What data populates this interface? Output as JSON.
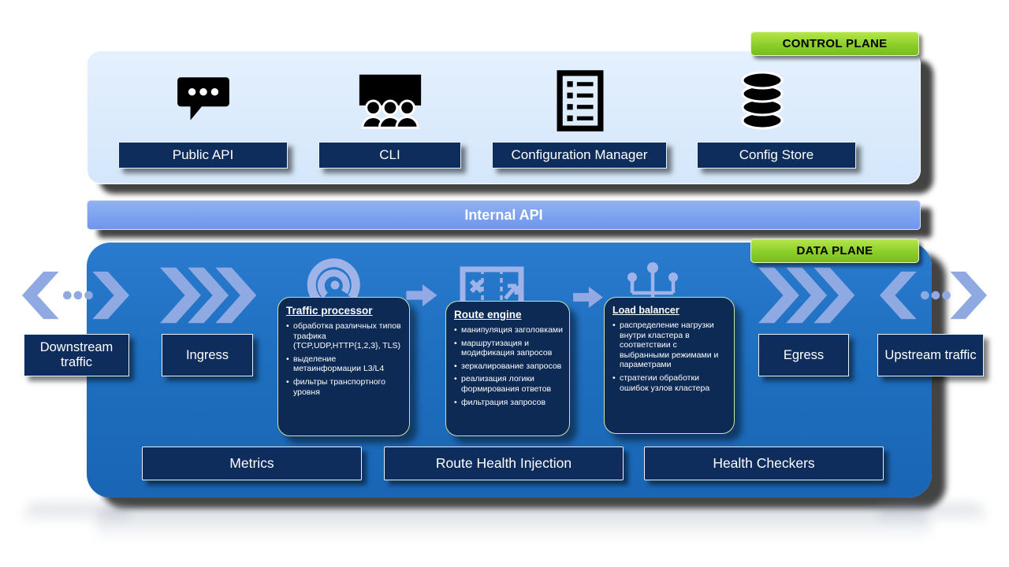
{
  "control_plane": {
    "badge": "CONTROL PLANE",
    "items": [
      {
        "label": "Public API",
        "icon": "chat-bubble-icon"
      },
      {
        "label": "CLI",
        "icon": "presentation-audience-icon"
      },
      {
        "label": "Configuration Manager",
        "icon": "checklist-icon"
      },
      {
        "label": "Config Store",
        "icon": "database-icon"
      }
    ]
  },
  "internal_api": {
    "label": "Internal API"
  },
  "data_plane": {
    "badge": "DATA PLANE",
    "downstream_label": "Downstream traffic",
    "upstream_label": "Upstream traffic",
    "ingress_label": "Ingress",
    "egress_label": "Egress",
    "cards": [
      {
        "title": "Traffic processor",
        "icon": "shell-spiral-icon",
        "bullets": [
          "обработка различных типов трафика (TCP,UDP,HTTP{1,2,3}, TLS)",
          "выделение метаинформации L3/L4",
          "фильтры транспортного уровня"
        ]
      },
      {
        "title": "Route engine",
        "icon": "route-map-icon",
        "bullets": [
          "манипуляция заголовками",
          "маршрутизация и модификация запросов",
          "зеркалирование запросов",
          "реализация логики формирования ответов",
          "фильтрация запросов"
        ]
      },
      {
        "title": "Load balancer",
        "icon": "network-nodes-icon",
        "bullets": [
          "распределение нагрузки внутри кластера в соответствии с выбранными режимами и параметрами",
          "стратегии обработки ошибок узлов кластера"
        ]
      }
    ],
    "bottom_bars": [
      {
        "label": "Metrics"
      },
      {
        "label": "Route Health Injection"
      },
      {
        "label": "Health Checkers"
      }
    ]
  },
  "icons": {
    "ingress": "triple-chevron-right-icon",
    "egress": "triple-chevron-right-icon",
    "downstream": "bidirectional-flow-icon",
    "upstream": "bidirectional-flow-icon",
    "flow_between_cards": "block-arrow-right-icon"
  },
  "colors": {
    "control_plane_bg": "#D9E9FB",
    "data_plane_bg": "#1E6FC0",
    "internal_api_bg": "#7FA3EE",
    "navy_box": "#0E2D5C",
    "card_navy": "#0D2A54",
    "badge_green": "#8CC63F",
    "card_border_green": "#CBE3A6",
    "arrow_periwinkle": "#8FA9E2",
    "icon_black": "#000000",
    "text_white": "#FFFFFF"
  }
}
